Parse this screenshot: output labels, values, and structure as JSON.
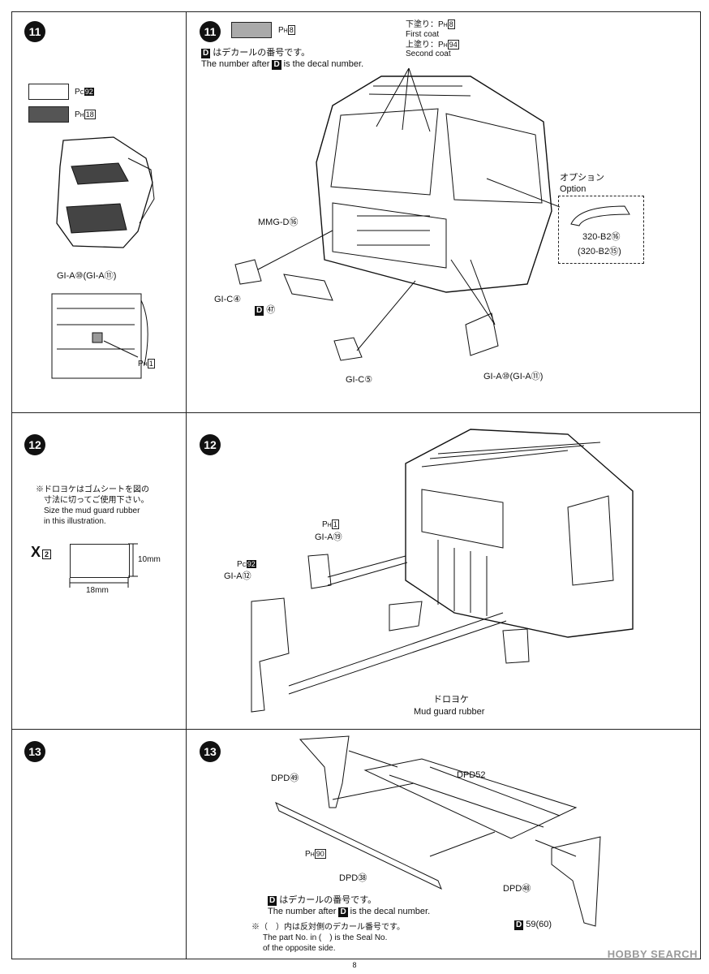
{
  "page_number": "8",
  "watermark": "HOBBY SEARCH",
  "sections": {
    "s11": {
      "step": "11",
      "left": {
        "swatch_white_code": "C",
        "swatch_white_num": "92",
        "swatch_dark_code": "H",
        "swatch_dark_num": "18",
        "part_label": "GI-A⑩(GI-A⑪)",
        "paint_detail_code": "H",
        "paint_detail_num": "1"
      },
      "right": {
        "swatch_code": "H",
        "swatch_num": "8",
        "decal_jp": "はデカールの番号です。",
        "decal_en_a": "The number after",
        "decal_en_b": "is the decal number.",
        "first_coat_jp": "下塗り：",
        "first_coat_num": "8",
        "first_coat_en": "First coat",
        "second_coat_jp": "上塗り：",
        "second_coat_num": "94",
        "second_coat_en": "Second coat",
        "option_jp": "オプション",
        "option_en": "Option",
        "option_part_a": "320-B2⑯",
        "option_part_b": "(320-B2⑮)",
        "mmg": "MMG-D⑯",
        "gic4": "GI-C④",
        "decal47": "㊼",
        "gic5": "GI-C⑤",
        "gia": "GI-A⑩(GI-A⑪)"
      }
    },
    "s12": {
      "step": "12",
      "left": {
        "note_jp_1": "※ドロヨケはゴムシートを図の",
        "note_jp_2": "寸法に切ってご使用下さい。",
        "note_en_1": "Size the mud guard rubber",
        "note_en_2": "in this illustration.",
        "marker": "X",
        "marker_sub": "2",
        "dim_h": "10mm",
        "dim_w": "18mm"
      },
      "right": {
        "ph1_code": "H",
        "ph1_num": "1",
        "gia19": "GI-A⑲",
        "pc92_code": "C",
        "pc92_num": "92",
        "gia12": "GI-A⑫",
        "mud_jp": "ドロヨケ",
        "mud_en": "Mud guard rubber"
      }
    },
    "s13": {
      "step": "13",
      "right": {
        "dpd49": "DPD㊾",
        "dpd52": "DPD52",
        "ph90_code": "H",
        "ph90_num": "90",
        "dpd38": "DPD㊳",
        "dpd48": "DPD㊽",
        "decal_jp": "はデカールの番号です。",
        "decal_en_a": "The number after",
        "decal_en_b": "is the decal number.",
        "d5960": "59(60)",
        "seal_jp": "※（　）内は反対側のデカール番号です。",
        "seal_en_1": "The part No. in (　) is the Seal No.",
        "seal_en_2": "of the opposite side."
      }
    }
  }
}
